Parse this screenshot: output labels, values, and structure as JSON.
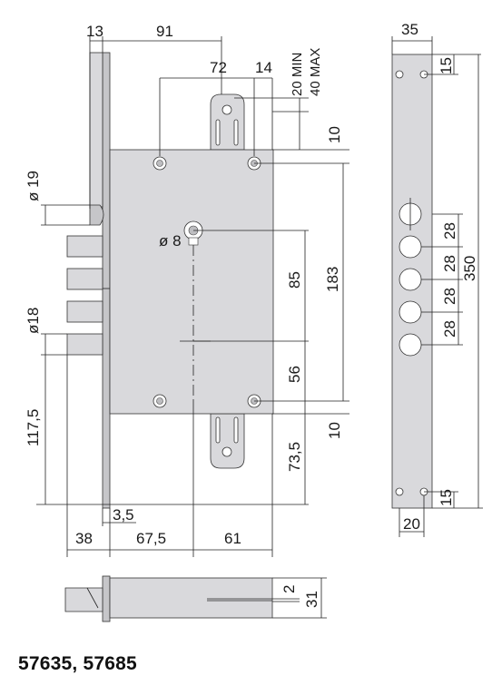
{
  "labels": {
    "d13": "13",
    "d91": "91",
    "d72": "72",
    "d14": "14",
    "d20min": "20 MIN",
    "d40max": "40 MAX",
    "d10top": "10",
    "phi19": "ø 19",
    "phi8": "ø 8",
    "d85": "85",
    "d183": "183",
    "phi18": "ø18",
    "d56": "56",
    "d1175": "117,5",
    "d10bot": "10",
    "d735": "73,5",
    "d35x": "3,5",
    "d38": "38",
    "d675": "67,5",
    "d61": "61",
    "d2": "2",
    "d31": "31",
    "d35": "35",
    "d15top": "15",
    "d28a": "28",
    "d28b": "28",
    "d28c": "28",
    "d28d": "28",
    "d350": "350",
    "d15bot": "15",
    "d20": "20"
  },
  "model_codes": "57635, 57685"
}
